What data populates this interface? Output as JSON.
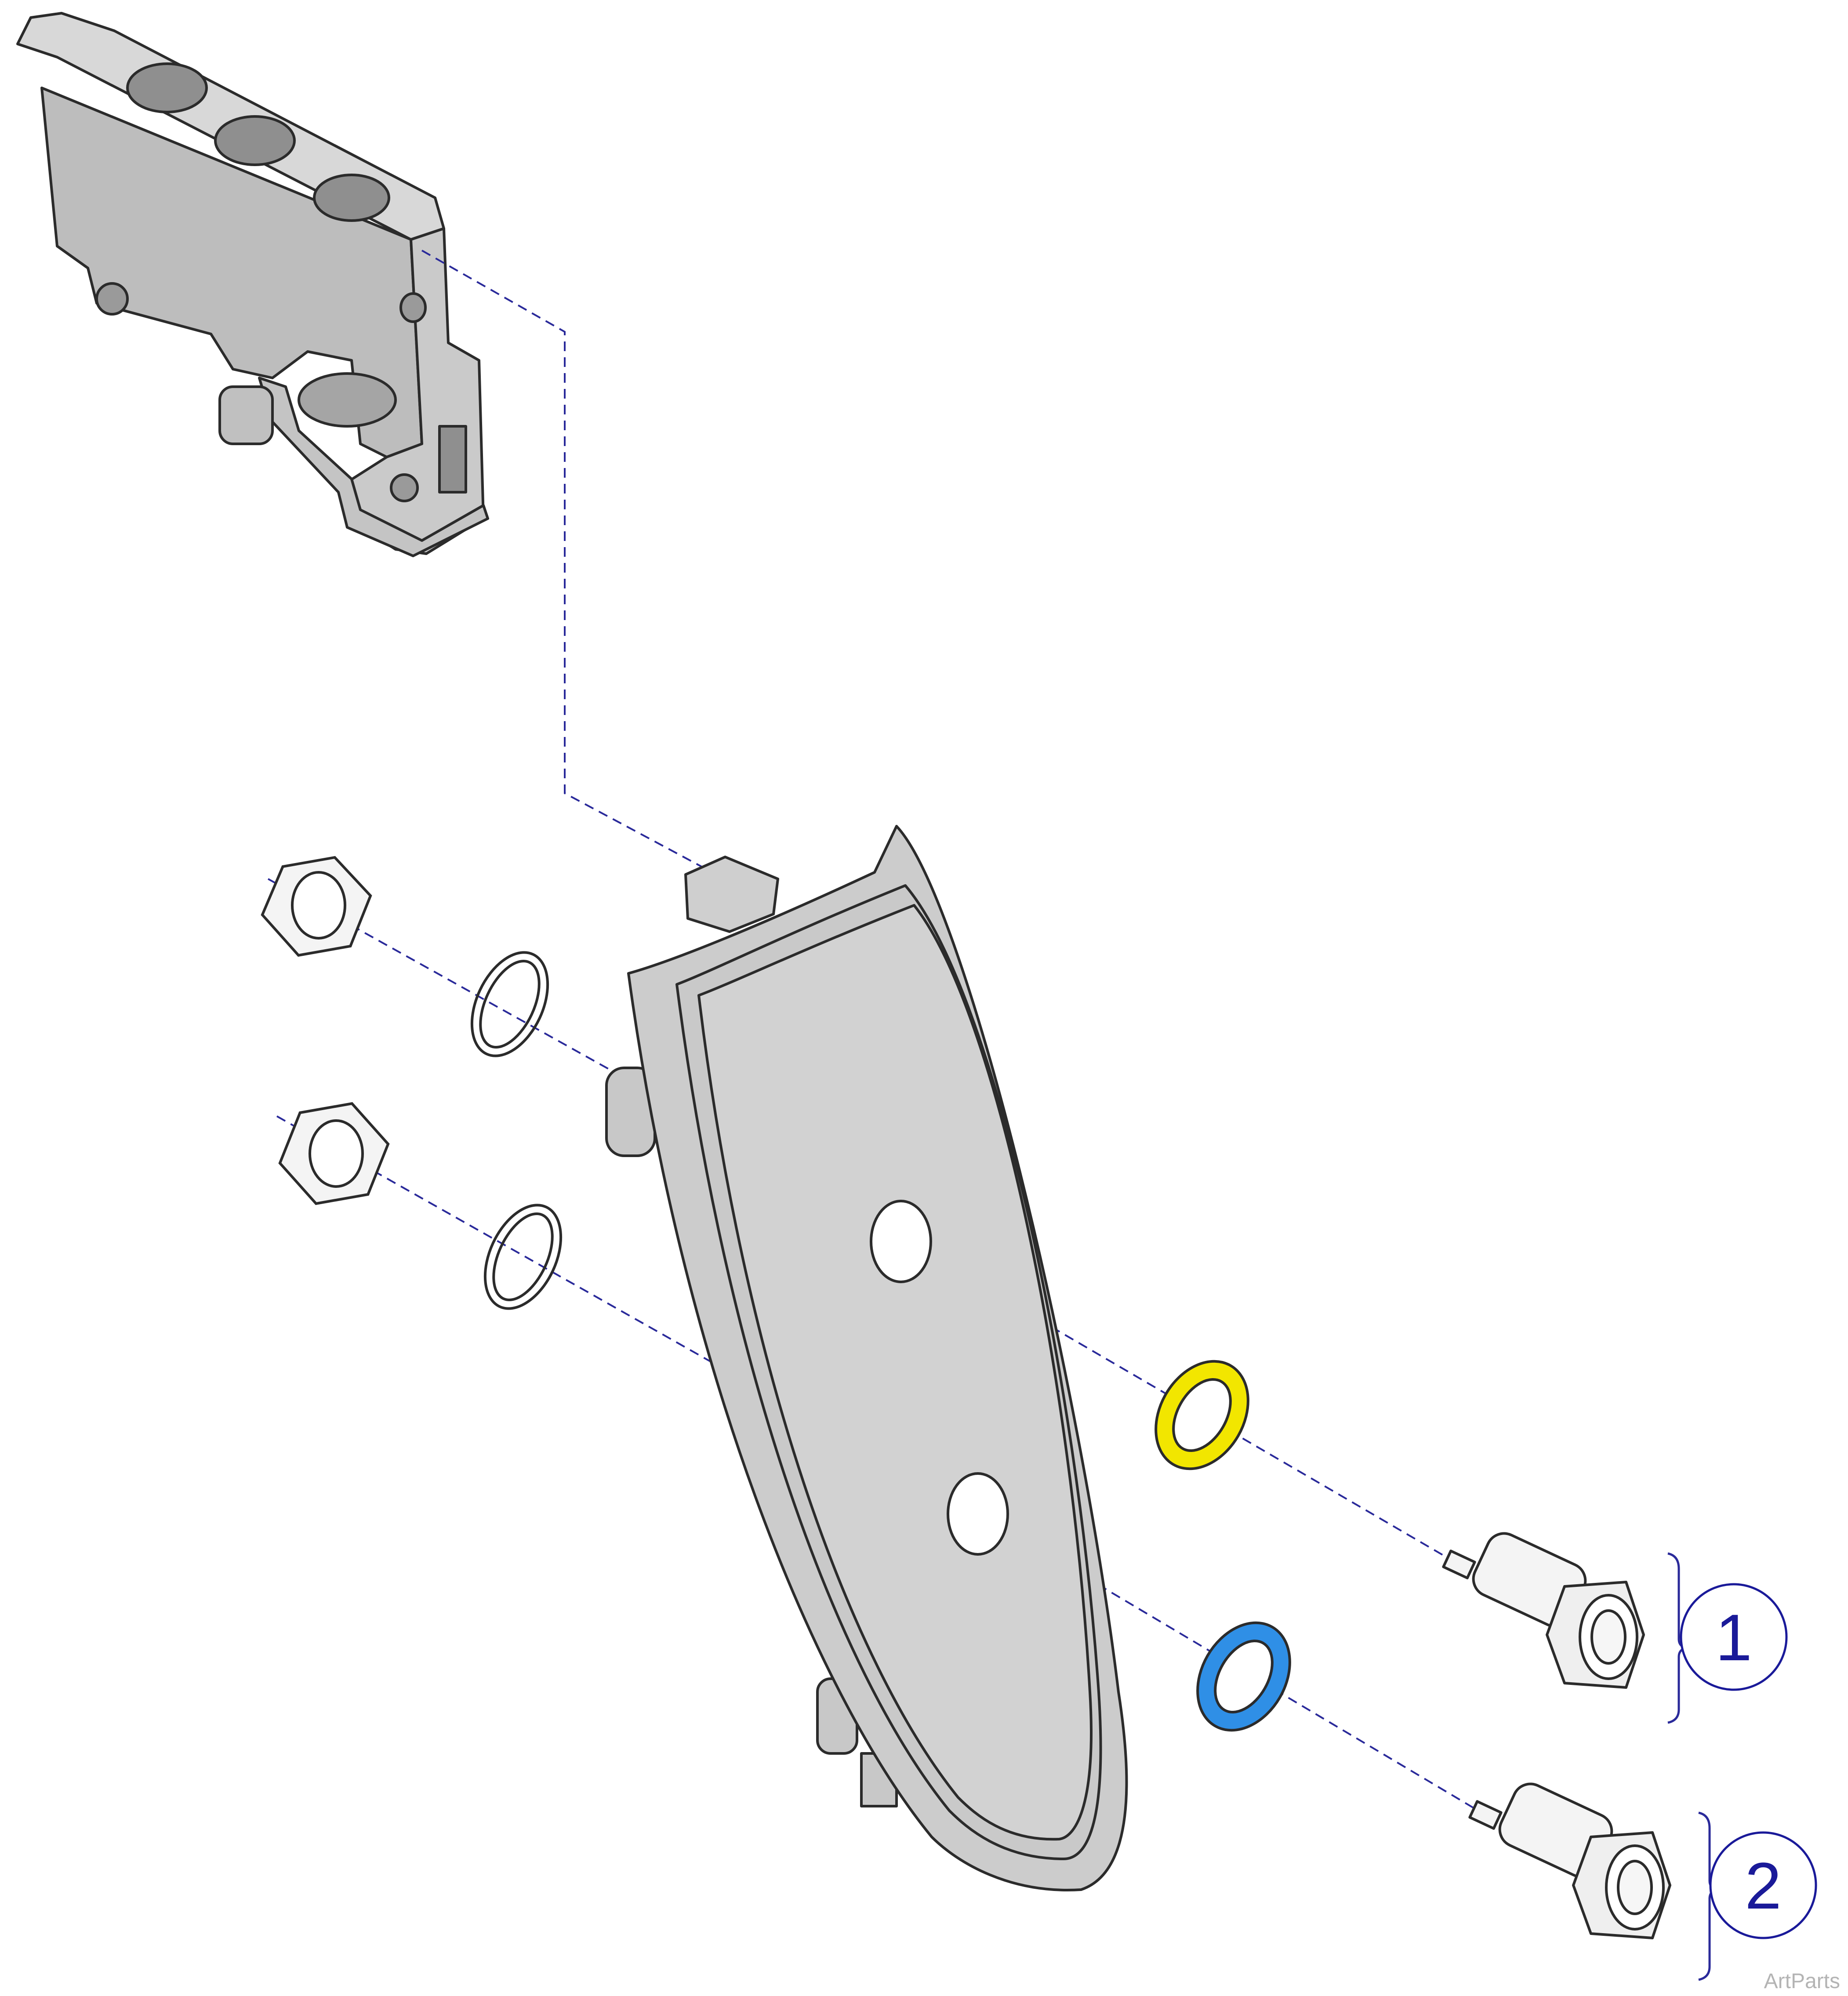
{
  "diagram": {
    "type": "exploded-parts-view",
    "callouts": [
      {
        "id": "callout-1",
        "label": "1",
        "ring_color": "#f2e600"
      },
      {
        "id": "callout-2",
        "label": "2",
        "ring_color": "#2f8fe6"
      }
    ],
    "colors": {
      "leader_line": "#2a2a9a",
      "outline": "#2b2b2b",
      "panel_fill": "#d0d0d0",
      "bracket_fill": "#b9b9b9",
      "callout_ink": "#1a1a99"
    }
  },
  "watermark": "ArtParts"
}
